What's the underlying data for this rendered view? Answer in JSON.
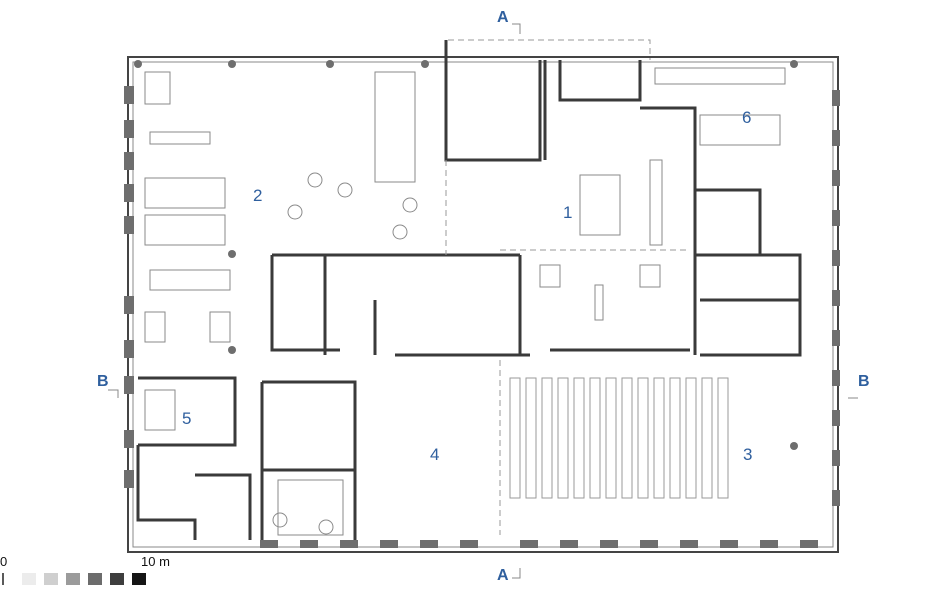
{
  "rooms": [
    {
      "id": "r1",
      "label": "1"
    },
    {
      "id": "r2",
      "label": "2"
    },
    {
      "id": "r3",
      "label": "3"
    },
    {
      "id": "r4",
      "label": "4"
    },
    {
      "id": "r5",
      "label": "5"
    },
    {
      "id": "r6",
      "label": "6"
    }
  ],
  "sections": {
    "a_top": "A",
    "a_bottom": "A",
    "b_left": "B",
    "b_right": "B"
  },
  "scale": {
    "start": "0",
    "end": "10 m",
    "swatches": [
      "#ececec",
      "#cfcfcf",
      "#9b9b9b",
      "#6c6c6c",
      "#3e3e3e",
      "#151515"
    ]
  },
  "colors": {
    "label": "#2f5f9e",
    "wall": "#3a3a3a",
    "line": "#8a8a8a"
  }
}
